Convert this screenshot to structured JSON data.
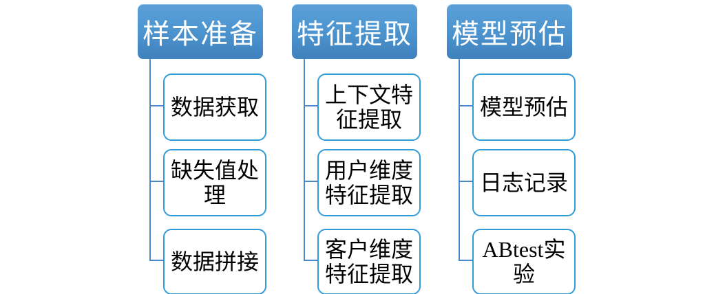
{
  "diagram": {
    "title": "pipeline-hierarchy-diagram",
    "colors": {
      "header_gradient_top": "#5b9fd8",
      "header_gradient_bottom": "#3f81bd",
      "header_text": "#ffffff",
      "child_border": "#2f9bd7",
      "child_background": "#ffffff",
      "child_text": "#000000",
      "connector_line": "#4a89c6",
      "page_background": "#ffffff"
    },
    "columns": [
      {
        "header": "样本准备",
        "children": [
          "数据获取",
          "缺失值处理",
          "数据拼接"
        ]
      },
      {
        "header": "特征提取",
        "children": [
          "上下文特征提取",
          "用户维度特征提取",
          "客户维度特征提取"
        ]
      },
      {
        "header": "模型预估",
        "children": [
          "模型预估",
          "日志记录",
          "ABtest实验"
        ]
      }
    ]
  }
}
